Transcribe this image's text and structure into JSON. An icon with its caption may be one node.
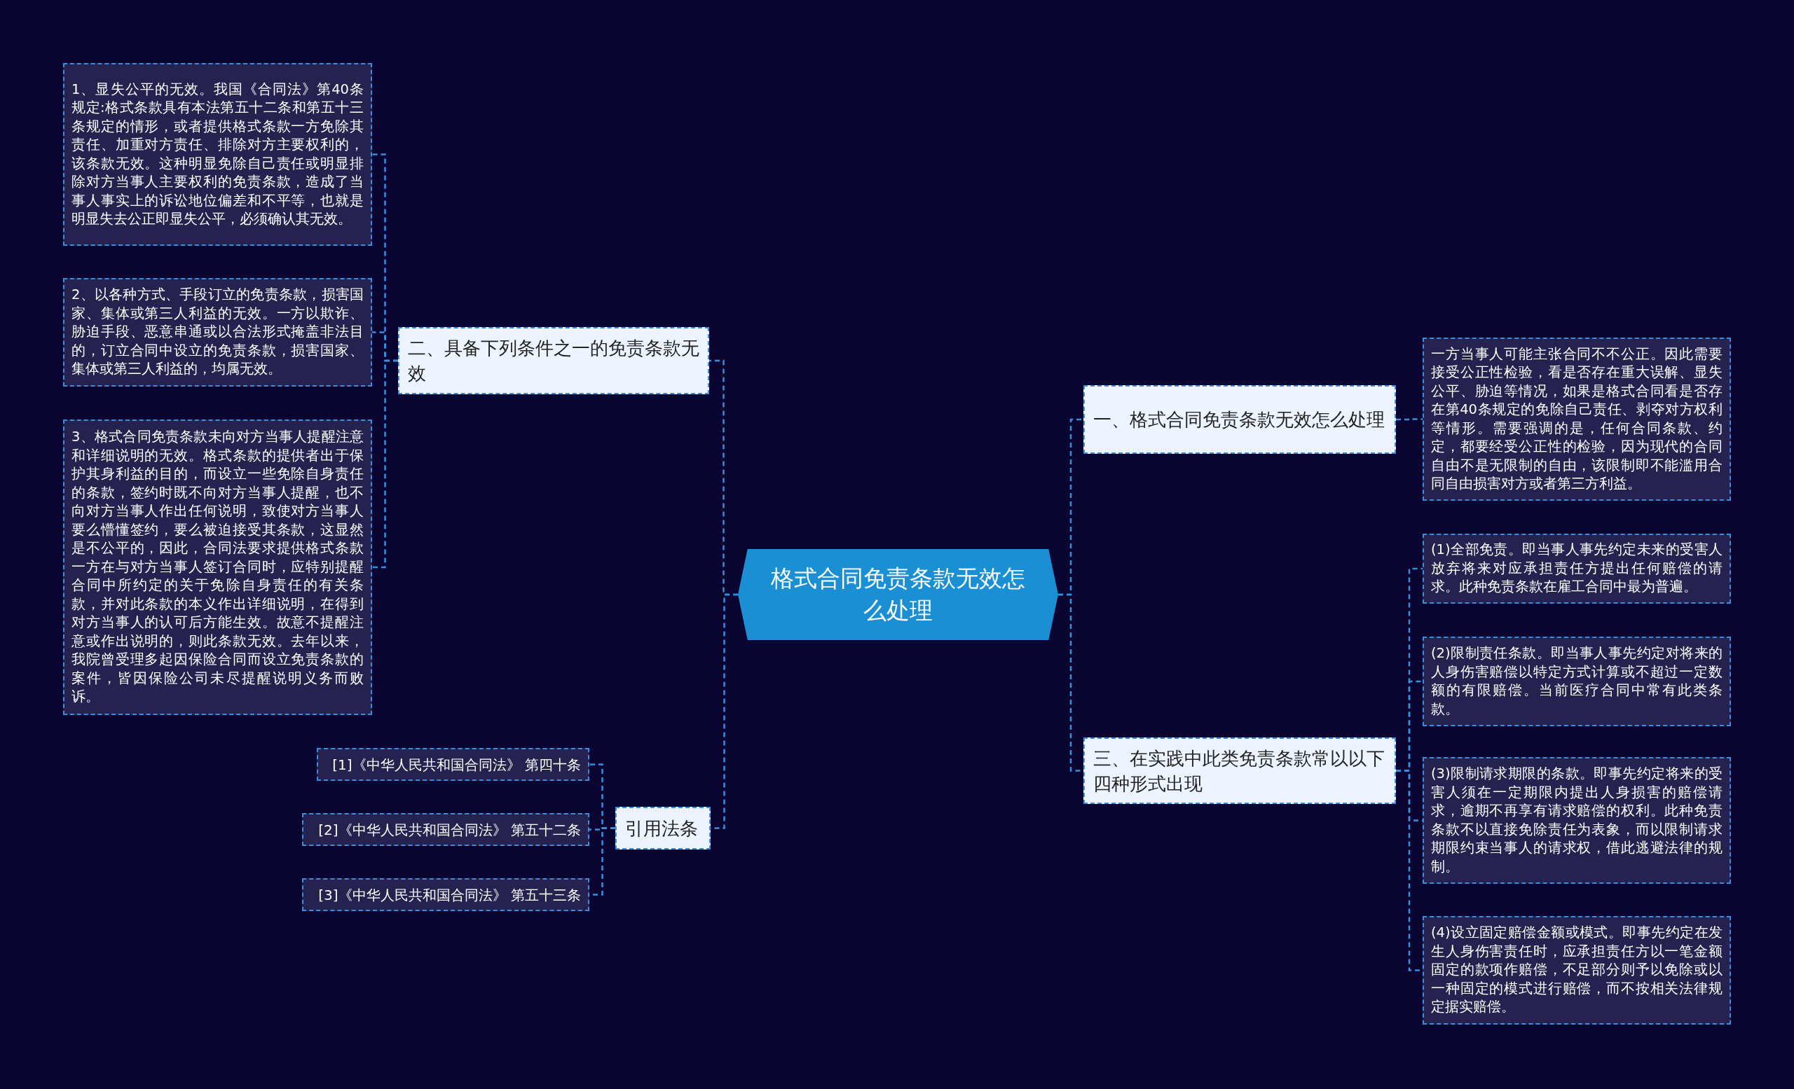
{
  "diagram": {
    "nodes": [
      {
        "text": [
          "格式合同免责条款无效怎么处理"
        ]
      },
      {
        "text": [
          "一、格式合同免责条款无效怎么处理"
        ]
      },
      {
        "text": [
          "一方当事人可能主张合同不不公正。因此需要接受公正性检验，看是否存在重大误解、显失公平、胁迫等情况，如果是格式合同看是否存在第40条规定的免除自己责任、剥夺对方权利等情形。需要强调的是，任何合同条款、约定，都要经受公正性的检验，因为现代的合同自由不是无限制的自由，该限制即不能滥用合同自由损害对方或者第三方利益。"
        ]
      },
      {
        "text": [
          "二、具备下列条件之一的免责条款无效"
        ]
      },
      {
        "text": [
          "1、显失公平的无效。我国《合同法》第40条规定:格式条款具有本法第五十二条和第五十三条规定的情形，或者提供格式条款一方免除其责任、加重对方责任、排除对方主要权利的，该条款无效。这种明显免除自己责任或明显排除对方当事人主要权利的免责条款，造成了当事人事实上的诉讼地位偏差和不平等，也就是明显失去公正即显失公平，必须确认其无效。"
        ]
      },
      {
        "text": [
          "2、以各种方式、手段订立的免责条款，损害国家、集体或第三人利益的无效。一方以欺诈、胁迫手段、恶意串通或以合法形式掩盖非法目的，订立合同中设立的免责条款，损害国家、集体或第三人利益的，均属无效。"
        ]
      },
      {
        "text": [
          "3、格式合同免责条款未向对方当事人提醒注意和详细说明的无效。格式条款的提供者出于保护其身利益的目的，而设立一些免除自身责任的条款，签约时既不向对方当事人提醒，也不向对方当事人作出任何说明，致使对方当事人要么懵懂签约，要么被迫接受其条款，这显然是不公平的，因此，合同法要求提供格式条款一方在与对方当事人签订合同时，应特别提醒合同中所约定的关于免除自身责任的有关条款，并对此条款的本义作出详细说明，在得到对方当事人的认可后方能生效。故意不提醒注意或作出说明的，则此条款无效。去年以来，我院曾受理多起因保险合同而设立免责条款的案件，皆因保险公司未尽提醒说明义务而败诉。"
        ]
      },
      {
        "text": [
          "三、在实践中此类免责条款常以以下四种形式出现"
        ]
      },
      {
        "text": [
          "(1)全部免责。即当事人事先约定未来的受害人放弃将来对应承担责任方提出任何赔偿的请求。此种免责条款在雇工合同中最为普遍。"
        ]
      },
      {
        "text": [
          "(2)限制责任条款。即当事人事先约定对将来的人身伤害赔偿以特定方式计算或不超过一定数额的有限赔偿。当前医疗合同中常有此类条款。"
        ]
      },
      {
        "text": [
          "(3)限制请求期限的条款。即事先约定将来的受害人须在一定期限内提出人身损害的赔偿请求，逾期不再享有请求赔偿的权利。此种免责条款不以直接免除责任为表象，而以限制请求期限约束当事人的请求权，借此逃避法律的规制。"
        ]
      },
      {
        "text": [
          "(4)设立固定赔偿金额或模式。即事先约定在发生人身伤害责任时，应承担责任方以一笔金额固定的款项作赔偿，不足部分则予以免除或以一种固定的模式进行赔偿，而不按相关法律规定据实赔偿。"
        ]
      },
      {
        "text": [
          "引用法条"
        ]
      },
      {
        "text": [
          "[1]《中华人民共和国合同法》 第四十条"
        ]
      },
      {
        "text": [
          "[2]《中华人民共和国合同法》 第五十二条"
        ]
      },
      {
        "text": [
          "[3]《中华人民共和国合同法》 第五十三条"
        ]
      }
    ],
    "edges": [
      {
        "from": 0,
        "to": 1,
        "arrow": "none"
      },
      {
        "from": 1,
        "to": 2,
        "arrow": "none"
      },
      {
        "from": 0,
        "to": 3,
        "arrow": "none"
      },
      {
        "from": 3,
        "to": 4,
        "arrow": "none"
      },
      {
        "from": 3,
        "to": 5,
        "arrow": "none"
      },
      {
        "from": 3,
        "to": 6,
        "arrow": "none"
      },
      {
        "from": 0,
        "to": 7,
        "arrow": "none"
      },
      {
        "from": 7,
        "to": 8,
        "arrow": "none"
      },
      {
        "from": 7,
        "to": 9,
        "arrow": "none"
      },
      {
        "from": 7,
        "to": 10,
        "arrow": "none"
      },
      {
        "from": 7,
        "to": 11,
        "arrow": "none"
      },
      {
        "from": 0,
        "to": 12,
        "arrow": "none"
      },
      {
        "from": 12,
        "to": 13,
        "arrow": "none"
      },
      {
        "from": 12,
        "to": 14,
        "arrow": "none"
      },
      {
        "from": 12,
        "to": 15,
        "arrow": "none"
      }
    ]
  }
}
